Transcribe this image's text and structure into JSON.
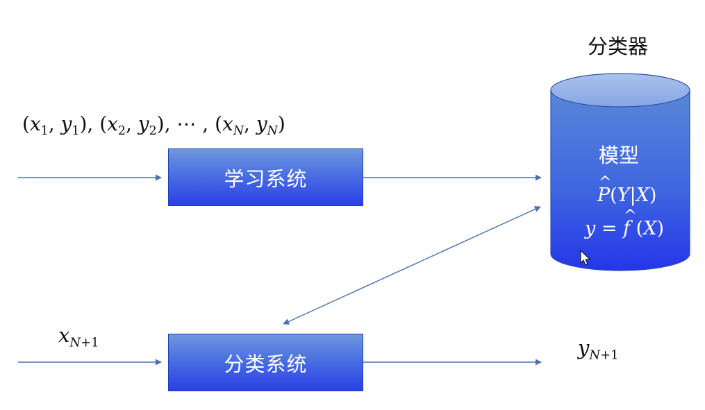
{
  "diagram": {
    "classifier_label": "分类器",
    "model_label": "模型",
    "learning_system_label": "学习系统",
    "classification_system_label": "分类系统",
    "colors": {
      "box_top": "#6f97de",
      "box_bottom": "#2a3fe6",
      "arrow": "#4a6fb5",
      "cylinder_top": "#8fb0e8",
      "cylinder_body": "#3a63e0"
    }
  }
}
